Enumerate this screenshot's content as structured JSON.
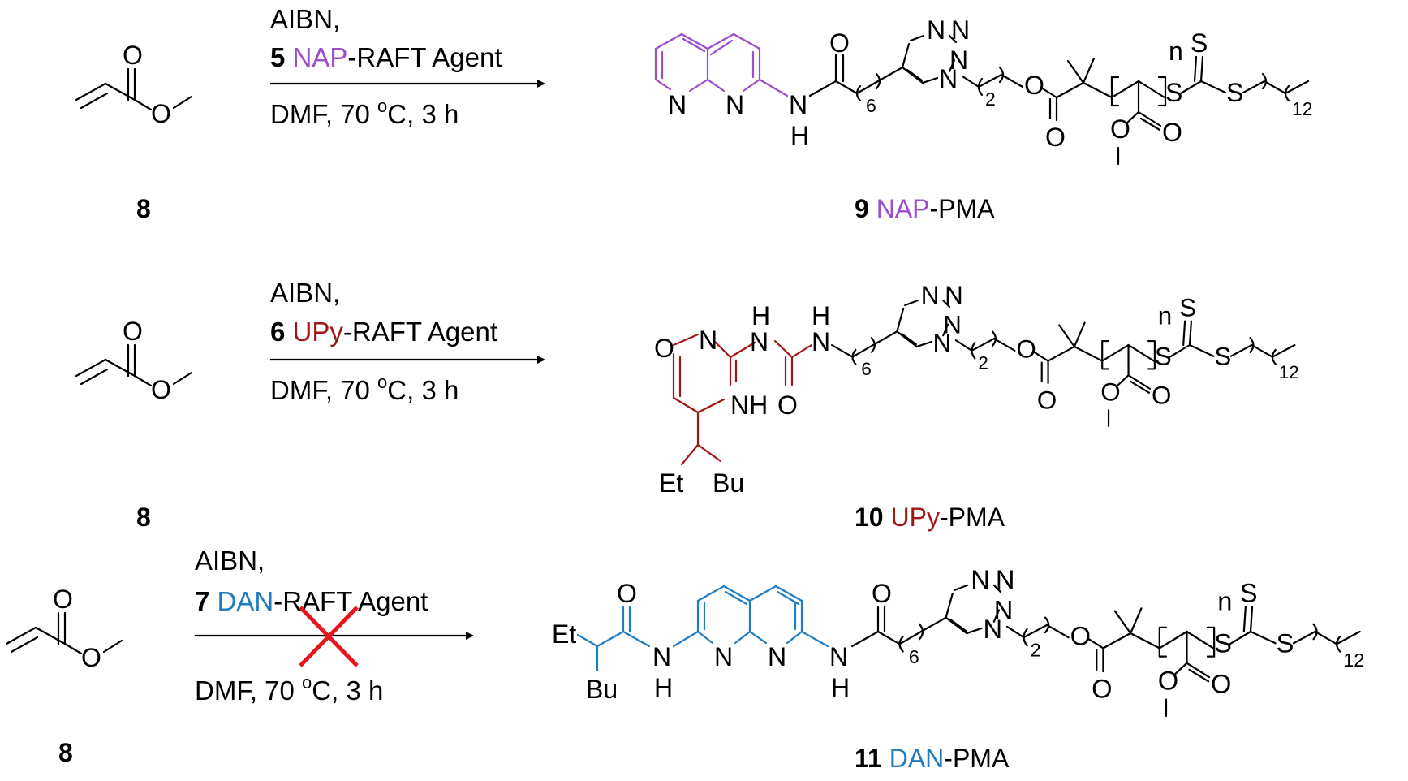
{
  "colors": {
    "nap": "#9b4dca",
    "upy": "#a31515",
    "dan": "#1f7cc1",
    "cross": "#e8141b"
  },
  "atoms": {
    "O": "O",
    "N": "N",
    "H": "H",
    "NH": "NH",
    "S": "S",
    "Et": "Et",
    "Bu": "Bu",
    "n": "n",
    "six": "6",
    "two": "2",
    "twelve": "12"
  },
  "reactions": [
    {
      "reactant": "8",
      "line1": "AIBN,",
      "agent_num": "5",
      "agent_tag": "NAP",
      "agent_rest": "-RAFT Agent",
      "cond_a": "DMF,  70 ",
      "cond_sup": "o",
      "cond_b": "C, 3 h",
      "prod_num": "9",
      "prod_tag": "NAP",
      "prod_rest": "-PMA"
    },
    {
      "reactant": "8",
      "line1": "AIBN,",
      "agent_num": "6",
      "agent_tag": "UPy",
      "agent_rest": "-RAFT Agent",
      "cond_a": "DMF,  70 ",
      "cond_sup": "o",
      "cond_b": "C, 3 h",
      "prod_num": "10",
      "prod_tag": "UPy",
      "prod_rest": "-PMA"
    },
    {
      "reactant": "8",
      "line1": "AIBN,",
      "agent_num": "7",
      "agent_tag": "DAN",
      "agent_rest": "-RAFT Agent",
      "cond_a": "DMF,  70 ",
      "cond_sup": "o",
      "cond_b": "C, 3 h",
      "prod_num": "11",
      "prod_tag": "DAN",
      "prod_rest": "-PMA",
      "blocked": true
    }
  ]
}
